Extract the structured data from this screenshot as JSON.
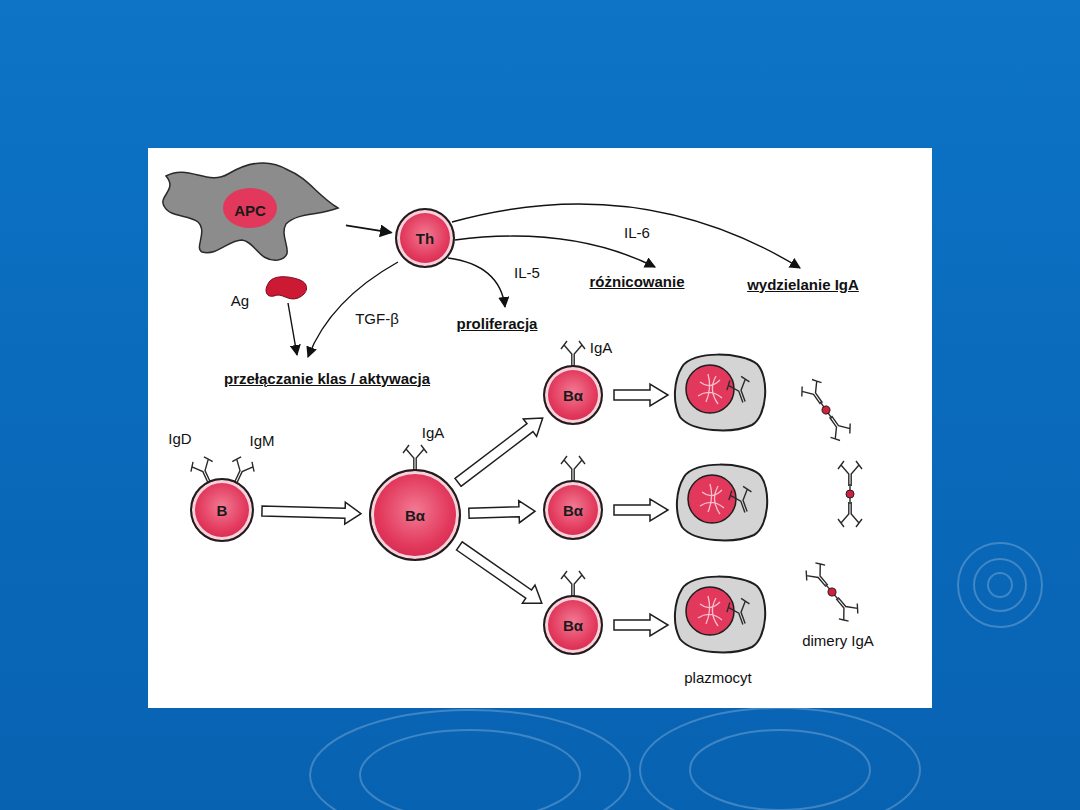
{
  "diagram": {
    "nodes": [
      {
        "text": [
          "APC"
        ]
      },
      {
        "text": [
          "Th"
        ]
      },
      {
        "text": [
          "B"
        ]
      },
      {
        "text": [
          "Bα"
        ]
      },
      {
        "text": [
          "Bα"
        ]
      },
      {
        "text": [
          "Bα"
        ]
      },
      {
        "text": [
          "Bα"
        ]
      }
    ],
    "edges": [
      {
        "from": 0,
        "to": 1,
        "arrow": "to"
      },
      {
        "from": 2,
        "to": 3,
        "arrow": "to"
      },
      {
        "from": 3,
        "to": 4,
        "arrow": "to"
      },
      {
        "from": 3,
        "to": 5,
        "arrow": "to"
      },
      {
        "from": 3,
        "to": 6,
        "arrow": "to"
      }
    ],
    "labels": [
      "Ag",
      "TGF-β",
      "IL-5",
      "IL-6",
      "różnicowanie",
      "wydzielanie IgA",
      "proliferacja",
      "przełączanie klas / aktywacja",
      "IgD",
      "IgM",
      "IgA",
      "IgA",
      "dimery IgA",
      "plazmocyt"
    ]
  }
}
